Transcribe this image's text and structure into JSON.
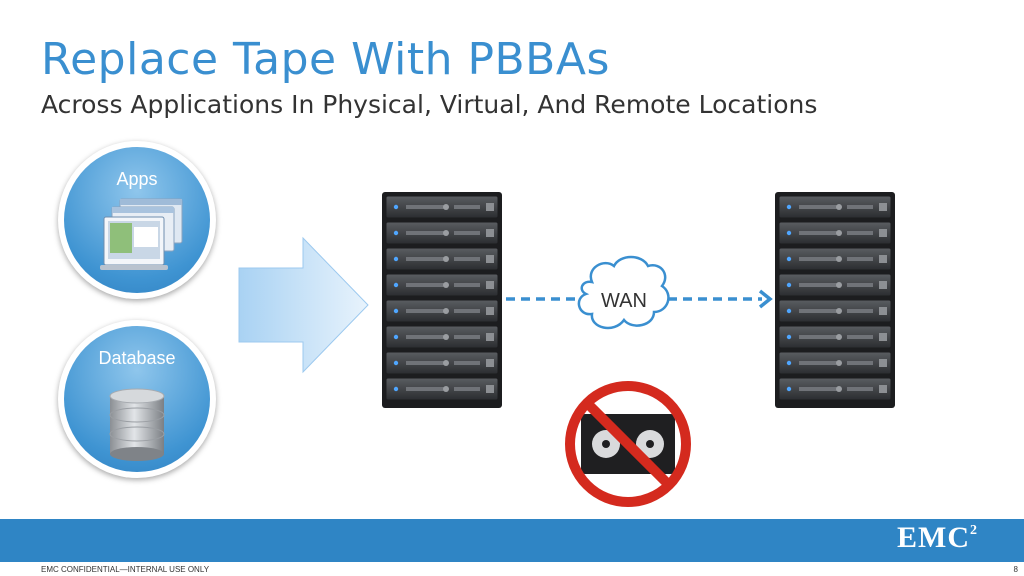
{
  "slide": {
    "title": "Replace Tape With PBBAs",
    "subtitle": "Across Applications In Physical, Virtual, And Remote Locations"
  },
  "sources": [
    {
      "label": "Apps",
      "icon": "application-windows-icon"
    },
    {
      "label": "Database",
      "icon": "database-cylinder-icon"
    }
  ],
  "network": {
    "wan_label": "WAN"
  },
  "footer": {
    "confidentiality": "EMC CONFIDENTIAL—INTERNAL USE ONLY",
    "page_number": "8",
    "logo_text": "EMC",
    "logo_superscript": "2"
  },
  "colors": {
    "title": "#3a8fd0",
    "accent_blue": "#2f85c5",
    "dashed_line": "#3a8fd0",
    "no_symbol_red": "#d42a1e"
  },
  "icons": [
    "server-rack-icon",
    "cloud-icon",
    "arrow-right-icon",
    "no-tape-icon"
  ]
}
